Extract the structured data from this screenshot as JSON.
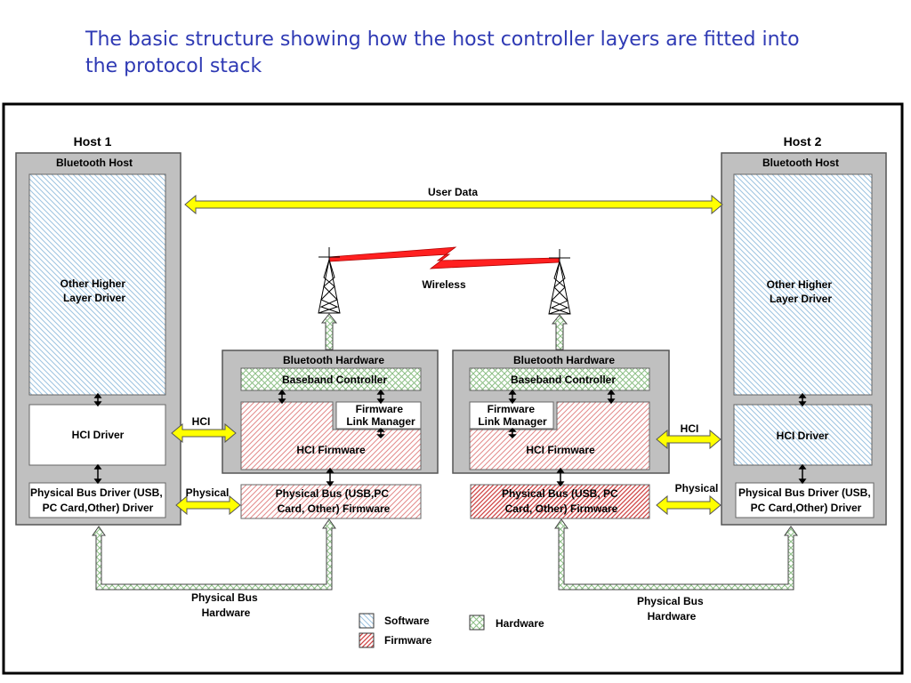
{
  "title": {
    "line1": "The basic structure showing how the host controller layers are fitted into",
    "line2": "the protocol stack"
  },
  "colors": {
    "software": "#9cc3e0",
    "firmware": "#e38a8a",
    "hardware": "#8dbf86",
    "container": "#c0c0c0",
    "arrow_fill": "#ffff00",
    "title": "#2f3ab4"
  },
  "host1": {
    "name": "Host 1",
    "container": "Bluetooth Host",
    "higher_layer": [
      "Other Higher",
      "Layer Driver"
    ],
    "hci_driver": "HCI Driver",
    "bus_driver": [
      "Physical Bus Driver (USB,",
      "PC Card,Other) Driver"
    ]
  },
  "host2": {
    "name": "Host 2",
    "container": "Bluetooth Host",
    "higher_layer": [
      "Other Higher",
      "Layer Driver"
    ],
    "hci_driver": "HCI Driver",
    "bus_driver": [
      "Physical Bus Driver (USB,",
      "PC Card,Other) Driver"
    ]
  },
  "hw1": {
    "container": "Bluetooth Hardware",
    "baseband": "Baseband Controller",
    "link_manager": [
      "Firmware",
      "Link Manager"
    ],
    "hci_firmware": "HCI Firmware",
    "bus_firmware": [
      "Physical Bus (USB,PC",
      "Card, Other) Firmware"
    ]
  },
  "hw2": {
    "container": "Bluetooth Hardware",
    "baseband": "Baseband Controller",
    "link_manager": [
      "Firmware",
      "Link Manager"
    ],
    "hci_firmware": "HCI Firmware",
    "bus_firmware": [
      "Physical Bus (USB, PC",
      "Card, Other) Firmware"
    ]
  },
  "labels": {
    "user_data": "User Data",
    "wireless": "Wireless",
    "hci_left": "HCI",
    "hci_right": "HCI",
    "physical_left": "Physical",
    "physical_right": "Physical",
    "bus_hw_left": [
      "Physical Bus",
      "Hardware"
    ],
    "bus_hw_right": [
      "Physical Bus",
      "Hardware"
    ]
  },
  "legend": {
    "software": "Software",
    "firmware": "Firmware",
    "hardware": "Hardware"
  }
}
